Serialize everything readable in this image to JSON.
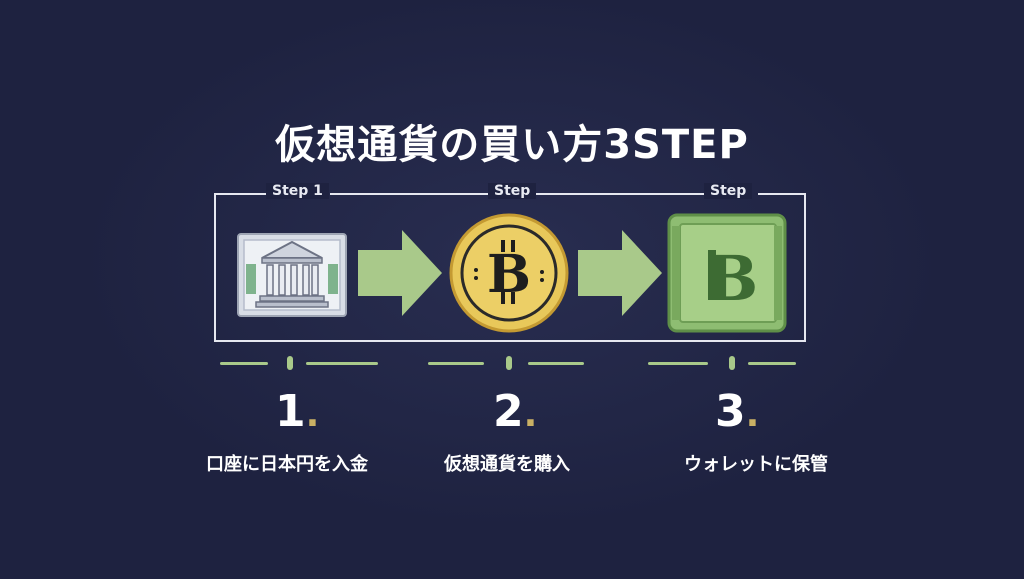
{
  "title": "仮想通貨の買い方3STEP",
  "steps": [
    {
      "label": "Step 1",
      "number": "1",
      "description": "口座に日本円を入金",
      "icon": "bank-icon"
    },
    {
      "label": "Step",
      "number": "2",
      "description": "仮想通貨を購入",
      "icon": "bitcoin-coin-icon"
    },
    {
      "label": "Step",
      "number": "3",
      "description": "ウォレットに保管",
      "icon": "wallet-icon"
    }
  ],
  "colors": {
    "background": "#1e2240",
    "accent_green": "#a9c98a",
    "coin_gold": "#e8c85a",
    "number_dot": "#c9b064"
  }
}
